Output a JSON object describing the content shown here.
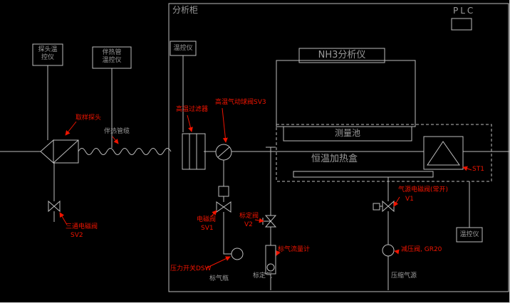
{
  "colors": {
    "background": "#000000",
    "line": "#bdbdbd",
    "label_gray": "#9a9a9a",
    "annotation_red": "#f01400"
  },
  "cabinet_title": "分析柜",
  "plc_label": "PLC",
  "analyzer_label": "NH3分析仪",
  "cell_label": "测量池",
  "heating_box_label": "恒温加热盒",
  "controllers": {
    "probe_tc": "探头温控仪",
    "trace_tc": "伴热管温控仪",
    "filter_tc": "温控仪",
    "heater_tc": "温控仪"
  },
  "labels": {
    "probe": "取样探头",
    "trace_cable": "伴热管缆",
    "filter": "高温过滤器",
    "ball_valve_sv3": "高温气动球阀SV3",
    "sv2_name": "三通电磁阀",
    "sv2_tag": "SV2",
    "sv1_name": "电磁阀",
    "sv1_tag": "SV1",
    "pressure_switch": "压力开关DSW",
    "v2_name": "标定阀",
    "v2_tag": "V2",
    "flowmeter": "标气流量计",
    "v1_name": "气源电磁阀(常开)",
    "v1_tag": "V1",
    "regulator": "减压阀, GR20",
    "st1": "ST1",
    "cal_bottle": "标气瓶",
    "cal_gas": "标定气",
    "air_source": "压缩气源"
  }
}
